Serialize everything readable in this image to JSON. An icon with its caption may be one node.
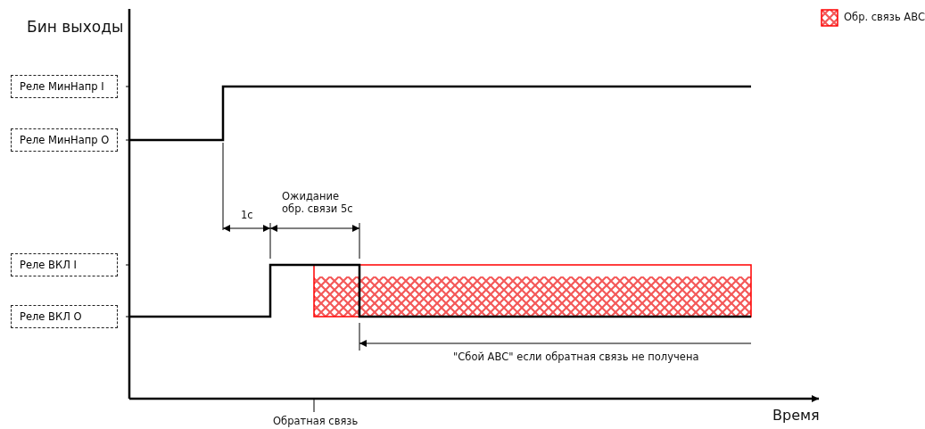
{
  "diagram": {
    "nodes": [
      {
        "text": [
          "Реле МинНапр I"
        ]
      },
      {
        "text": [
          "Реле МинНапр O"
        ]
      },
      {
        "text": [
          "Реле ВКЛ I"
        ]
      },
      {
        "text": [
          "Реле ВКЛ O"
        ]
      }
    ],
    "labels": [
      "Бин выходы",
      "Ожидание обр. связи 5с",
      "1с",
      "\"Сбой АВС\" если обратная связь не получена",
      "Обратная связь",
      "Время"
    ],
    "legend": [
      {
        "text": "Обр. связь АВС"
      }
    ]
  }
}
